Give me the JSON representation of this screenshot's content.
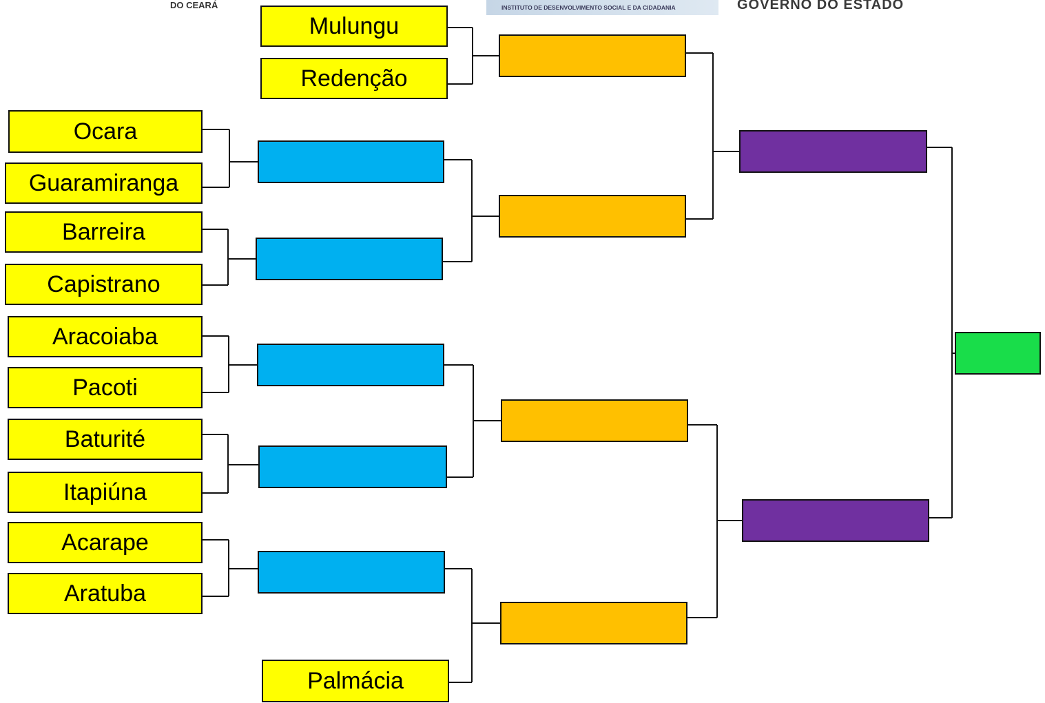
{
  "header": {
    "left": "DO CEARÁ",
    "center": "INSTITUTO DE DESENVOLVIMENTO SOCIAL E DA CIDADANIA",
    "right": "GOVERNO DO ESTADO"
  },
  "colors": {
    "round1": "#ffff00",
    "round2": "#00b0f0",
    "quarterfinal": "#ffc000",
    "semifinal": "#7030a0",
    "final": "#19dd4a",
    "line": "#111111"
  },
  "bracket": {
    "round1": [
      "Ocara",
      "Guaramiranga",
      "Barreira",
      "Capistrano",
      "Aracoiaba",
      "Pacoti",
      "Baturité",
      "Itapiúna",
      "Acarape",
      "Aratuba"
    ],
    "byes": [
      "Mulungu",
      "Redenção",
      "Palmácia"
    ],
    "round2": [
      "",
      "",
      "",
      "",
      ""
    ],
    "quarterfinals": [
      "",
      "",
      "",
      ""
    ],
    "semifinals": [
      "",
      ""
    ],
    "final": [
      ""
    ]
  }
}
